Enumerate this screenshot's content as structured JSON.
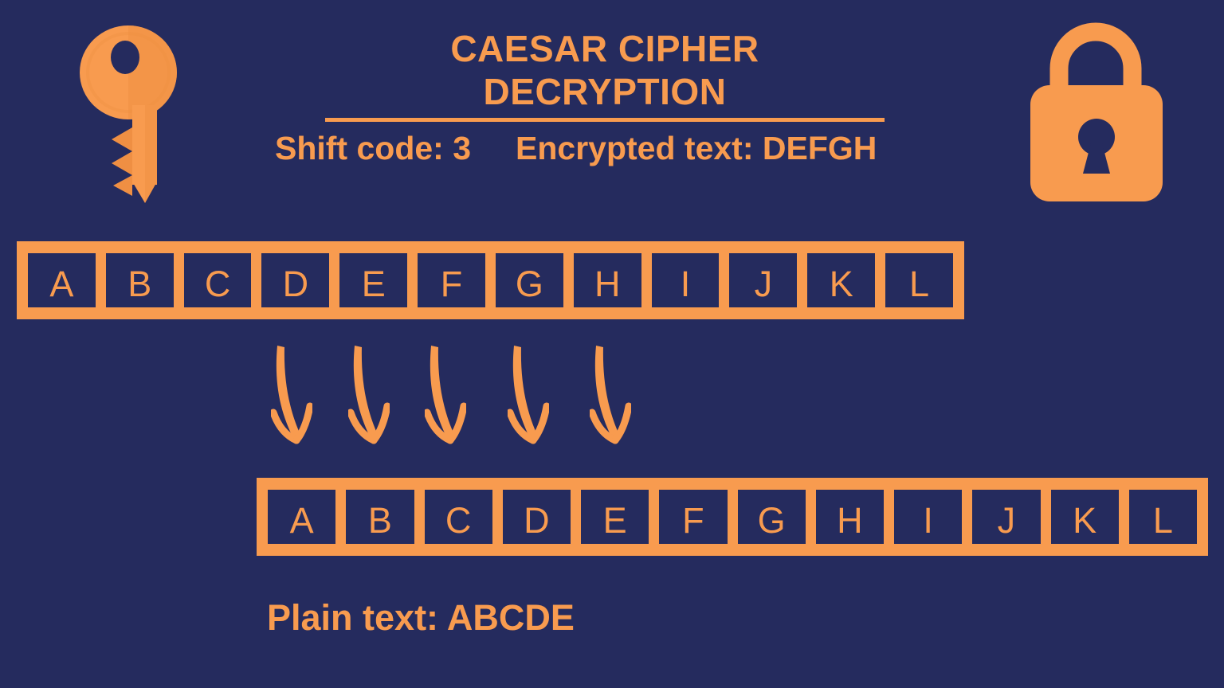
{
  "title": "CAESAR CIPHER DECRYPTION",
  "info_line": {
    "shift": "Shift code: 3",
    "encrypted": "Encrypted text: DEFGH"
  },
  "alphabet_top": [
    "A",
    "B",
    "C",
    "D",
    "E",
    "F",
    "G",
    "H",
    "I",
    "J",
    "K",
    "L"
  ],
  "alphabet_bottom": [
    "A",
    "B",
    "C",
    "D",
    "E",
    "F",
    "G",
    "H",
    "I",
    "J",
    "K",
    "L"
  ],
  "arrows": {
    "count": 5,
    "meaning": "shift letters back by 3"
  },
  "plain_text": "Plain text: ABCDE",
  "icons": {
    "top_left": "key-icon",
    "top_right": "lock-icon"
  },
  "colors": {
    "background": "#252b5e",
    "accent_orange": "#f89b4f",
    "accent_orange_dark": "#ef8f43"
  }
}
